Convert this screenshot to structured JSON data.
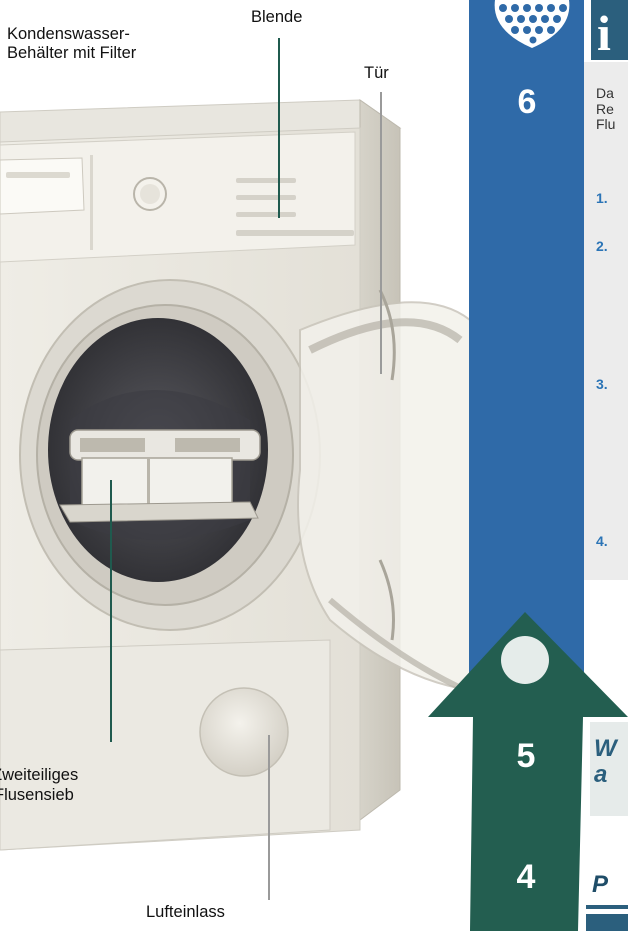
{
  "labels": {
    "blende": "Blende",
    "kondensbehaelter": "Kondenswasser-",
    "kondensbehaelter_2": "Behälter mit Filter",
    "tuer": "Tür",
    "flusensieb": "Zweiteiliges",
    "flusensieb_2": "Flusensieb",
    "lufteinlass": "Lufteinlass"
  },
  "tabs": {
    "tab6": "6",
    "tab5": "5",
    "tab4": "4"
  },
  "right_column": {
    "info_symbol": "i",
    "text_lines": [
      "Da",
      "Re",
      "Flu"
    ],
    "steps": [
      "1.",
      "2.",
      "3.",
      "4."
    ],
    "heading_line1": "W",
    "heading_line2": "a",
    "heading_p": "P"
  },
  "colors": {
    "tab_blue": "#2f6aa8",
    "tab_green": "#235e50",
    "panel_grey": "#ececec",
    "step_blue": "#2b74b6"
  }
}
